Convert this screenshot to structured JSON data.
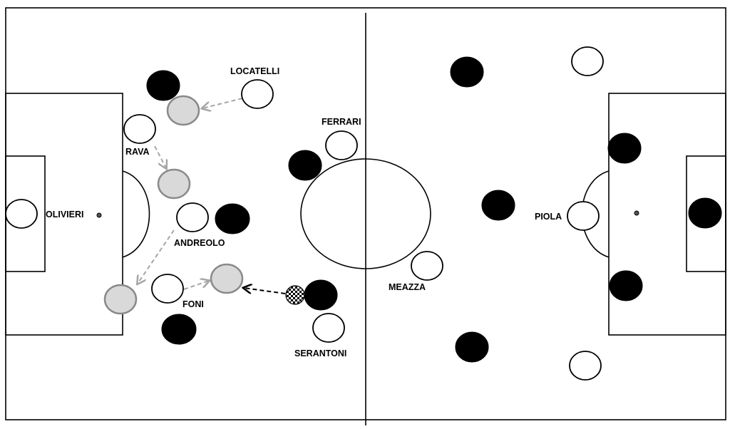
{
  "colors": {
    "team_white": "#ffffff",
    "team_black": "#000000",
    "ghost_fill": "#d9d9d9",
    "ghost_stroke": "#8a8a8a",
    "arrow_grey": "#a6a6a6",
    "arrow_black": "#000000"
  },
  "players": {
    "olivieri": "OLIVIERI",
    "locatelli": "LOCATELLI",
    "rava": "RAVA",
    "ferrari": "FERRARI",
    "andreolo": "ANDREOLO",
    "foni": "FONI",
    "serantoni": "SERANTONI",
    "meazza": "MEAZZA",
    "piola": "PIOLA"
  },
  "ball": {
    "icon": "checkered-ball-icon"
  }
}
